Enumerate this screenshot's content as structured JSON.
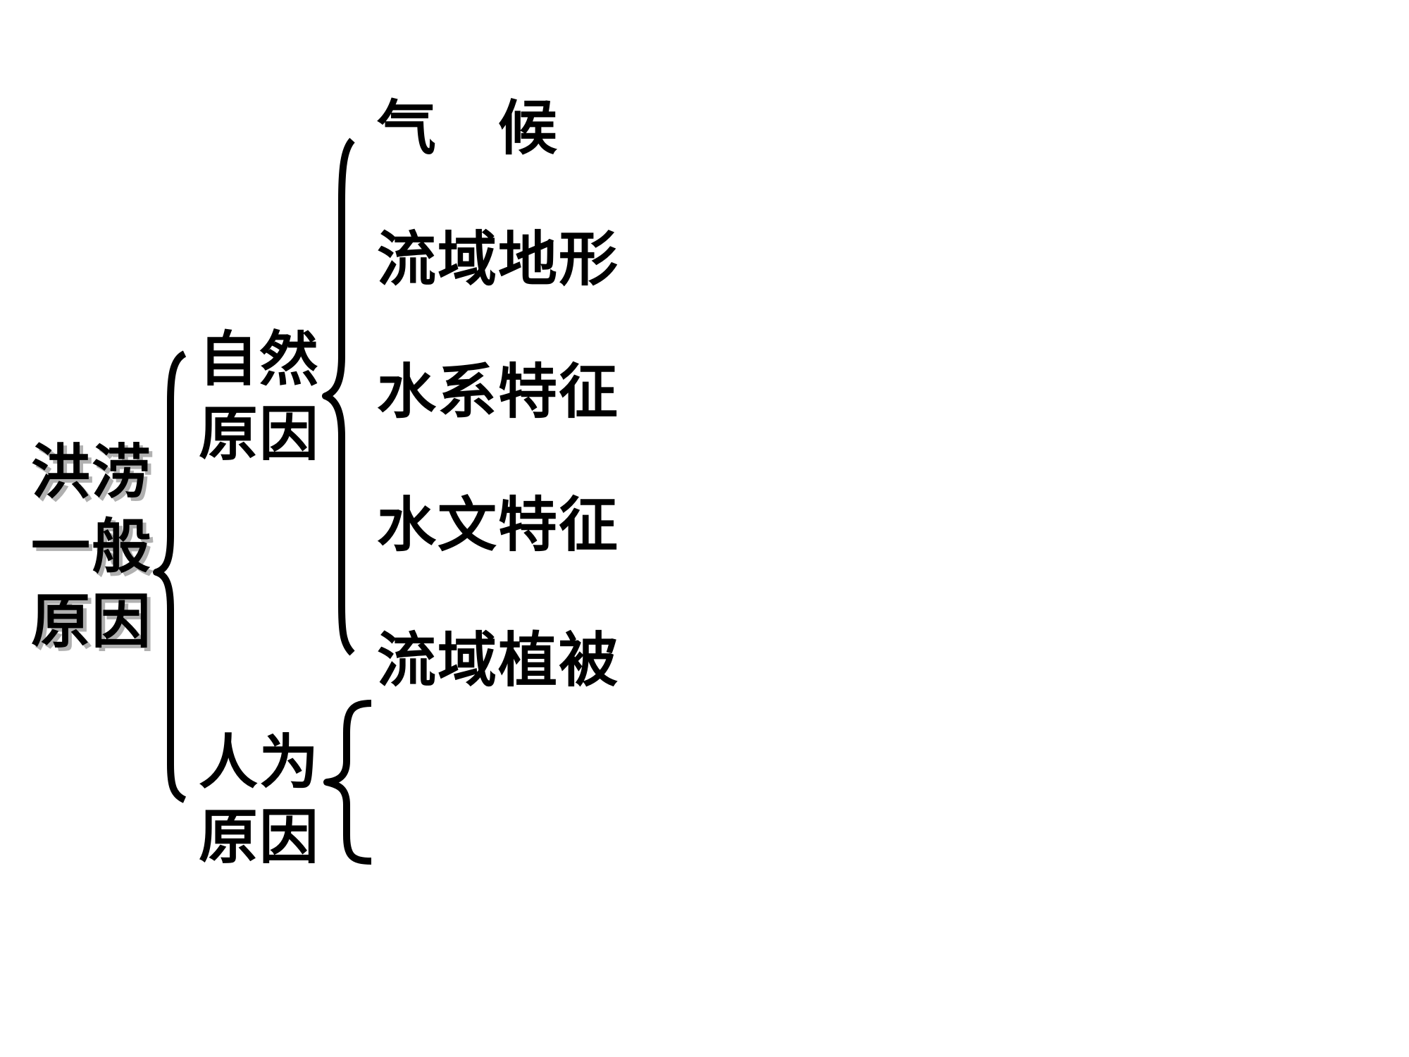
{
  "diagram": {
    "root": {
      "lines": [
        "洪涝",
        "一般",
        "原因"
      ]
    },
    "branches": [
      {
        "lines": [
          "自然",
          "原因"
        ],
        "items": [
          "气　候",
          "流域地形",
          "水系特征",
          "水文特征",
          "流域植被"
        ]
      },
      {
        "lines": [
          "人为",
          "原因"
        ],
        "items": []
      }
    ]
  },
  "colors": {
    "text": "#000000",
    "shadow": "#b0b0b0",
    "background": "#ffffff"
  }
}
